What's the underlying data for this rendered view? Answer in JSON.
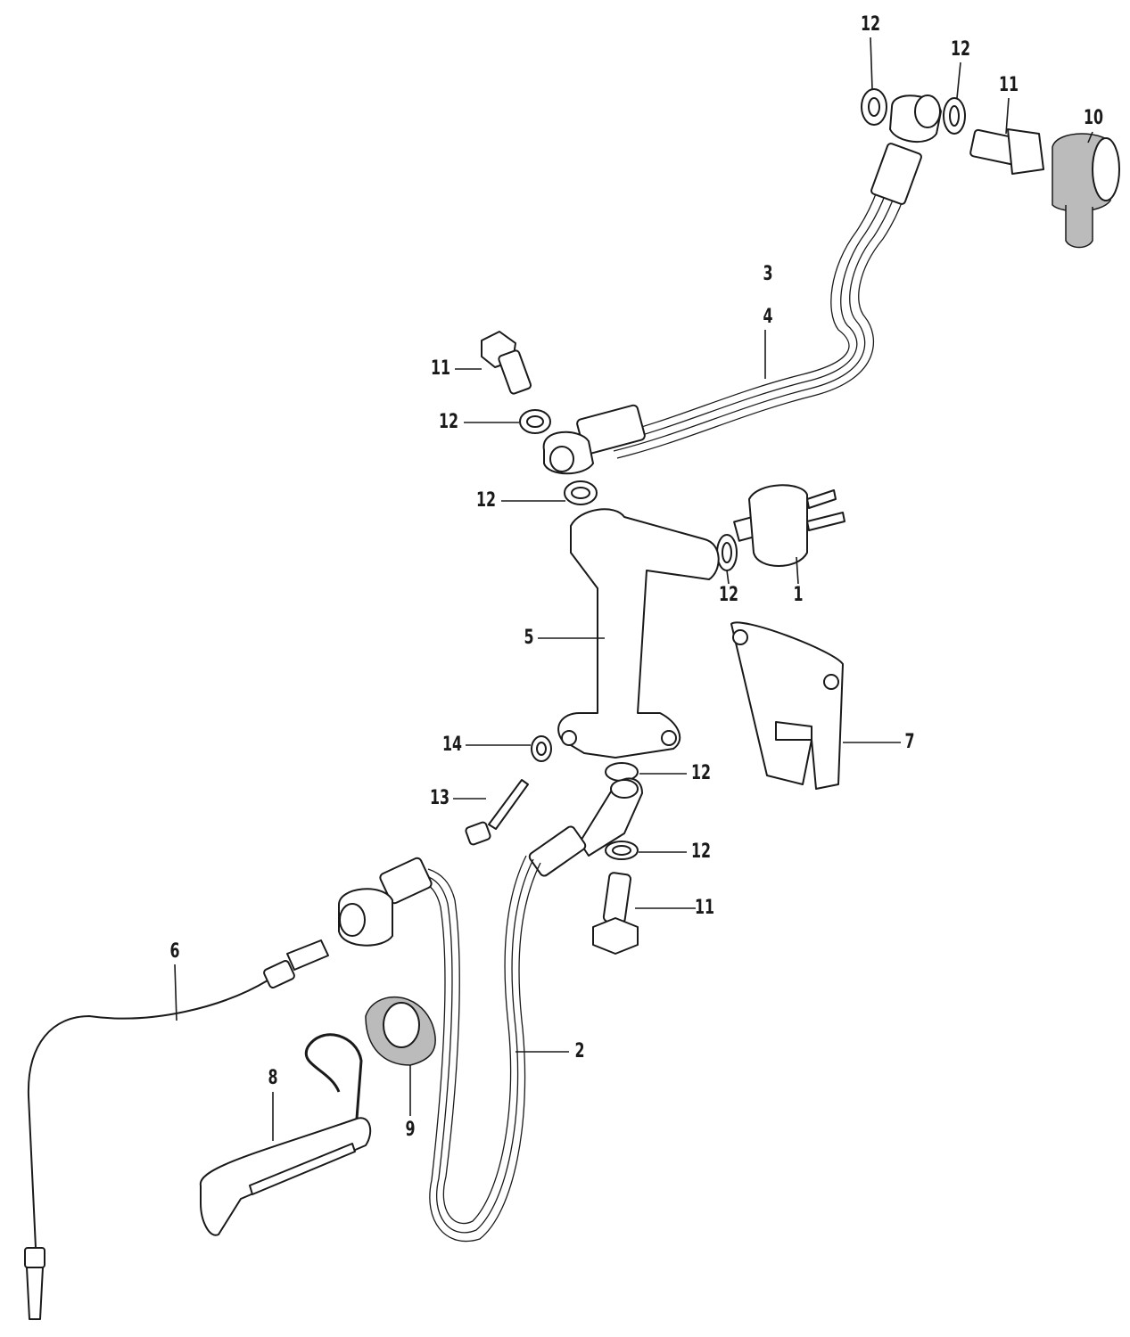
{
  "diagram": {
    "callouts": [
      {
        "part": "washer",
        "text": "12"
      },
      {
        "part": "washer",
        "text": "12"
      },
      {
        "part": "oil-bolt",
        "text": "11"
      },
      {
        "part": "cap",
        "text": "10"
      },
      {
        "part": "hose-upper",
        "text": "3"
      },
      {
        "part": "hose-upper",
        "text": "4"
      },
      {
        "part": "oil-bolt",
        "text": "11"
      },
      {
        "part": "washer",
        "text": "12"
      },
      {
        "part": "washer",
        "text": "12"
      },
      {
        "part": "washer",
        "text": "12"
      },
      {
        "part": "switch",
        "text": "1"
      },
      {
        "part": "joint",
        "text": "5"
      },
      {
        "part": "bracket",
        "text": "7"
      },
      {
        "part": "washer-small",
        "text": "14"
      },
      {
        "part": "washer",
        "text": "12"
      },
      {
        "part": "bolt",
        "text": "13"
      },
      {
        "part": "washer",
        "text": "12"
      },
      {
        "part": "oil-bolt",
        "text": "11"
      },
      {
        "part": "cable",
        "text": "6"
      },
      {
        "part": "hose-lower",
        "text": "2"
      },
      {
        "part": "clamp-bracket",
        "text": "8"
      },
      {
        "part": "grommet",
        "text": "9"
      }
    ]
  }
}
